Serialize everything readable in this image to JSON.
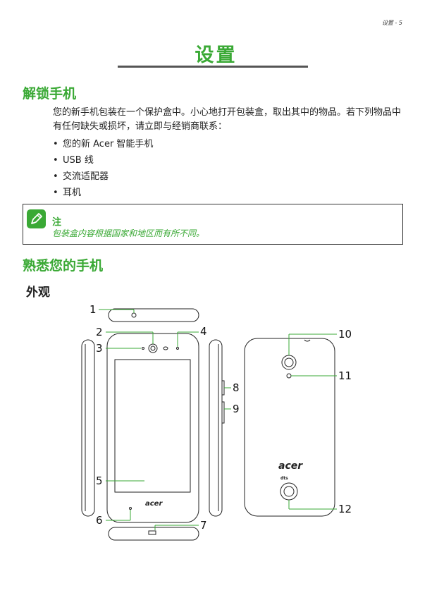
{
  "header": {
    "page_label": "设置 - 5"
  },
  "title": "设置",
  "unboxing": {
    "heading": "解锁手机",
    "paragraph": "您的新手机包装在一个保护盒中。小心地打开包装盒，取出其中的物品。若下列物品中有任何缺失或损坏，请立即与经销商联系：",
    "items": [
      "您的新 Acer 智能手机",
      "USB 线",
      "交流适配器",
      "耳机"
    ]
  },
  "note": {
    "title": "注",
    "text": "包装盒内容根据国家和地区而有所不同。"
  },
  "know_phone": {
    "heading": "熟悉您的手机"
  },
  "appearance": {
    "heading": "外观"
  },
  "diagram": {
    "callouts": [
      "1",
      "2",
      "3",
      "4",
      "5",
      "6",
      "7",
      "8",
      "9",
      "10",
      "11",
      "12"
    ],
    "front_brand": "acer",
    "back_brand": "acer",
    "back_audio": "dts"
  },
  "colors": {
    "accent": "#3aa935",
    "rule": "#555555"
  },
  "icons": {
    "note": "pencil-icon"
  }
}
